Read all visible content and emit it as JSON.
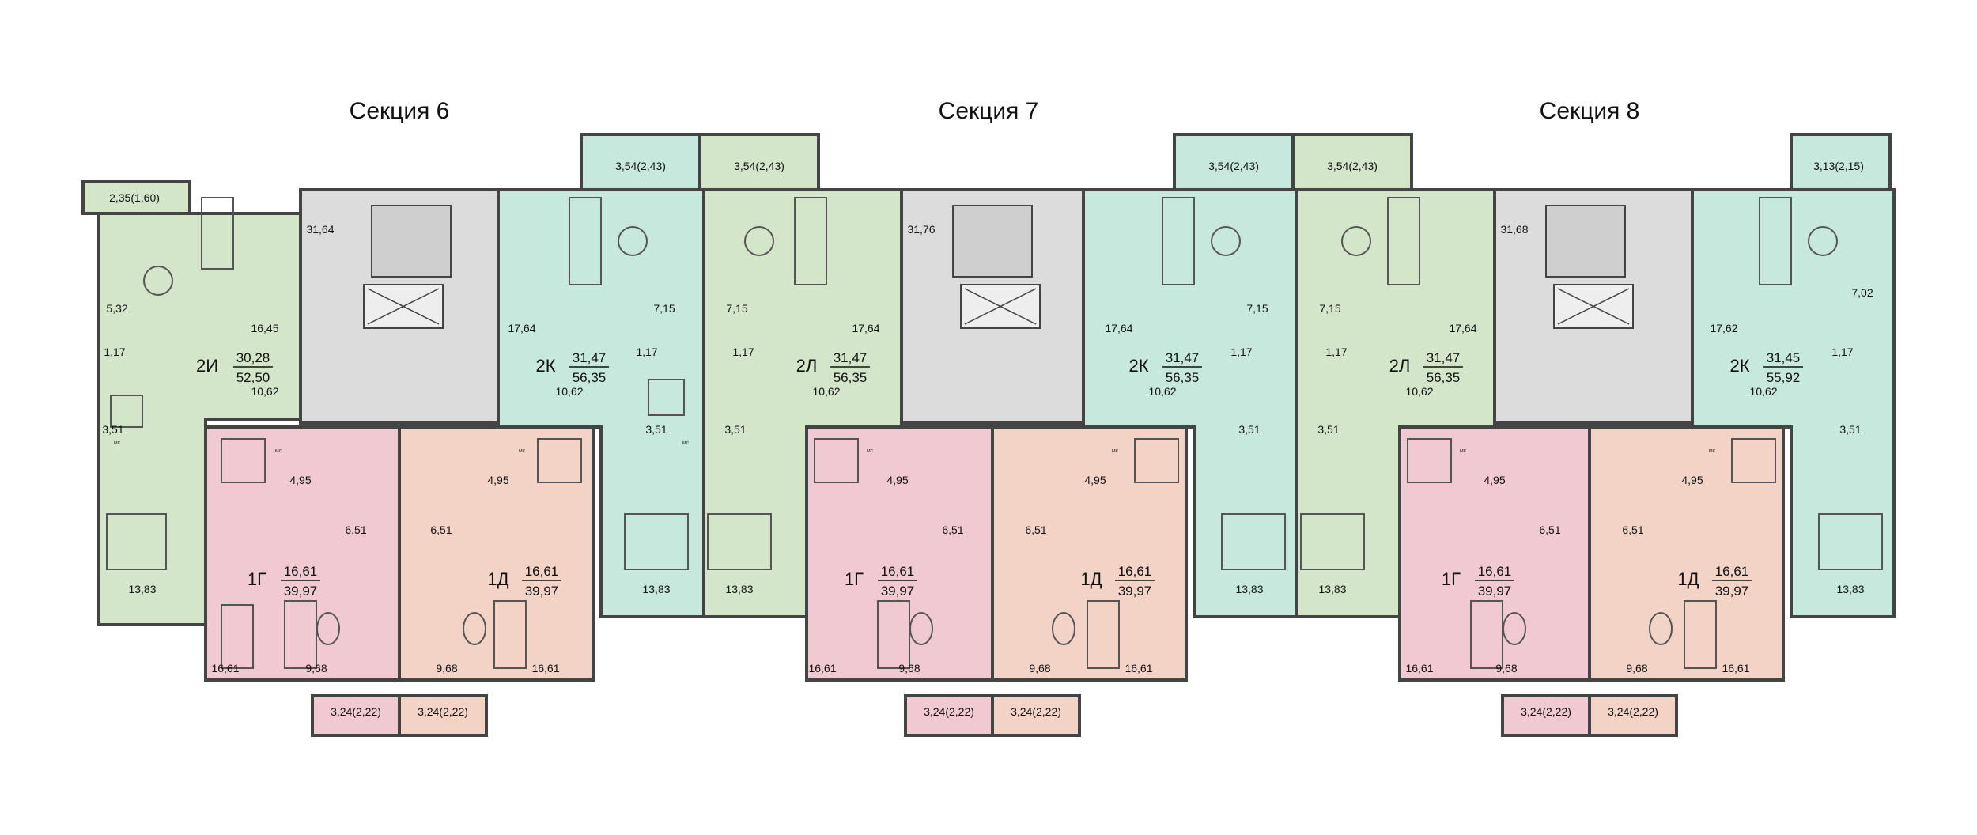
{
  "sections": [
    {
      "title": "Секция 6",
      "stair_area": "31,64",
      "balcony_top": [
        "3,54(2,43)",
        "3,54(2,43)"
      ],
      "balcony_bottom": [
        "3,24(2,22)",
        "3,24(2,22)"
      ],
      "corner_balcony": "2,35(1,60)",
      "left_apt": {
        "code": "2И",
        "living": "30,28",
        "total": "52,50",
        "rooms": [
          "5,32",
          "16,45",
          "1,17",
          "10,62",
          "3,51",
          "13,83"
        ]
      },
      "right_apt": {
        "code": "2К",
        "living": "31,47",
        "total": "56,35",
        "rooms": [
          "17,64",
          "7,15",
          "1,17",
          "10,62",
          "3,51",
          "13,83"
        ]
      },
      "small_left": {
        "code": "1Г",
        "living": "16,61",
        "total": "39,97",
        "rooms": [
          "4,95",
          "6,51",
          "16,61",
          "9,68"
        ]
      },
      "small_right": {
        "code": "1Д",
        "living": "16,61",
        "total": "39,97",
        "rooms": [
          "4,95",
          "6,51",
          "16,61",
          "9,68"
        ]
      }
    },
    {
      "title": "Секция 7",
      "stair_area": "31,76",
      "balcony_top": [
        "3,54(2,43)",
        "3,54(2,43)"
      ],
      "balcony_bottom": [
        "3,24(2,22)",
        "3,24(2,22)"
      ],
      "left_apt": {
        "code": "2Л",
        "living": "31,47",
        "total": "56,35",
        "rooms": [
          "7,15",
          "17,64",
          "1,17",
          "10,62",
          "3,51",
          "13,83"
        ]
      },
      "right_apt": {
        "code": "2К",
        "living": "31,47",
        "total": "56,35",
        "rooms": [
          "17,64",
          "7,15",
          "1,17",
          "10,62",
          "3,51",
          "13,83"
        ]
      },
      "small_left": {
        "code": "1Г",
        "living": "16,61",
        "total": "39,97",
        "rooms": [
          "4,95",
          "6,51",
          "16,61",
          "9,68"
        ]
      },
      "small_right": {
        "code": "1Д",
        "living": "16,61",
        "total": "39,97",
        "rooms": [
          "4,95",
          "6,51",
          "16,61",
          "9,68"
        ]
      }
    },
    {
      "title": "Секция 8",
      "stair_area": "31,68",
      "balcony_top": [
        "3,13(2,15)"
      ],
      "balcony_bottom": [
        "3,24(2,22)",
        "3,24(2,22)"
      ],
      "left_apt": {
        "code": "2Л",
        "living": "31,47",
        "total": "56,35",
        "rooms": [
          "7,15",
          "17,64",
          "1,17",
          "10,62",
          "3,51",
          "13,83"
        ]
      },
      "right_apt": {
        "code": "2К",
        "living": "31,45",
        "total": "55,92",
        "rooms": [
          "17,62",
          "7,02",
          "1,17",
          "10,62",
          "3,51",
          "13,83"
        ]
      },
      "small_left": {
        "code": "1Г",
        "living": "16,61",
        "total": "39,97",
        "rooms": [
          "4,95",
          "6,51",
          "16,61",
          "9,68"
        ]
      },
      "small_right": {
        "code": "1Д",
        "living": "16,61",
        "total": "39,97",
        "rooms": [
          "4,95",
          "6,51",
          "16,61",
          "9,68"
        ]
      }
    }
  ],
  "wc_label": "мс",
  "colors": {
    "green": "#d4e6c9",
    "teal": "#c7e8dc",
    "gray": "#dcdcdc",
    "pink": "#f1c9d2",
    "salmon": "#f2d3c6",
    "wall": "#444444"
  }
}
